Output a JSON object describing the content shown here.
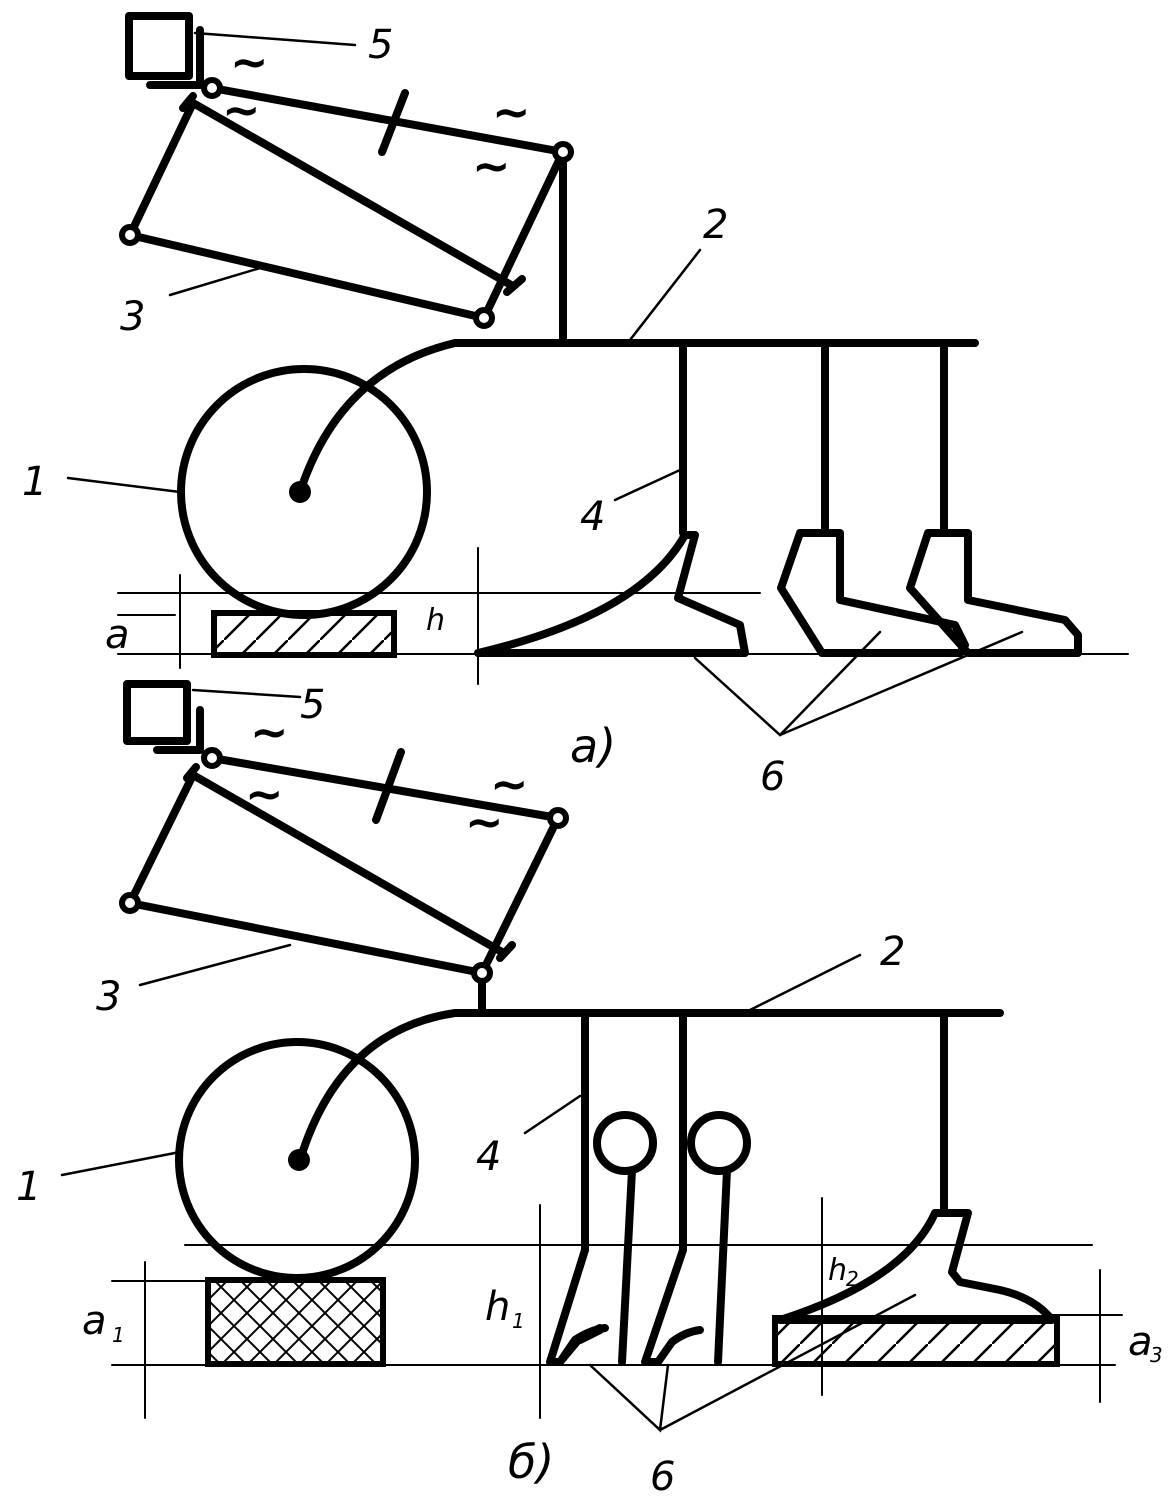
{
  "figure_a": {
    "caption": "a)",
    "labels": {
      "wheel": "1",
      "frame": "2",
      "linkage": "3",
      "shank": "4",
      "sensor": "5",
      "tools": "6"
    },
    "dims": {
      "a": "a",
      "h": "h"
    },
    "tilde": "~"
  },
  "figure_b": {
    "caption": "б)",
    "labels": {
      "wheel": "1",
      "frame": "2",
      "linkage": "3",
      "shank": "4",
      "sensor": "5",
      "tools": "6"
    },
    "dims": {
      "a1": "a",
      "a1_sub": "1",
      "h1": "h",
      "h1_sub": "1",
      "h2": "h",
      "h2_sub": "2",
      "a3": "a",
      "a3_sub": "3"
    },
    "tilde": "~"
  }
}
